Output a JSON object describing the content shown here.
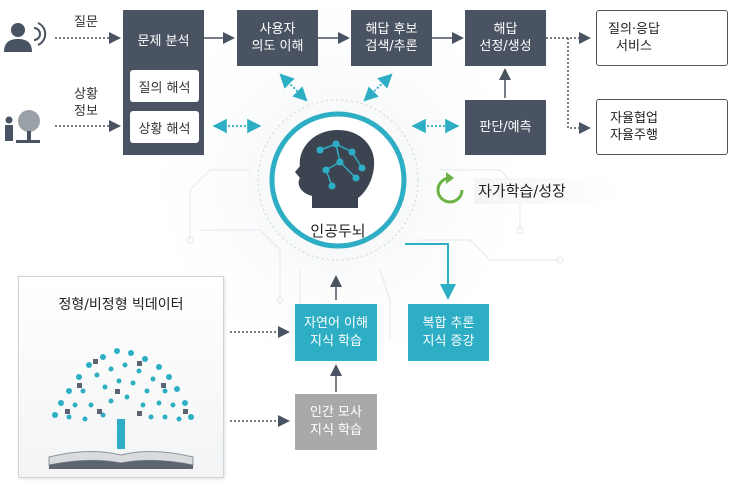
{
  "inputs": {
    "question_label": "질문",
    "situation_label": [
      "상황",
      "정보"
    ]
  },
  "analysis": {
    "title": "문제 분석",
    "items": [
      "질의 해석",
      "상황 해석"
    ]
  },
  "pipeline": {
    "intent": [
      "사용자",
      "의도 이해"
    ],
    "candidate": [
      "해답 후보",
      "검색/추론"
    ],
    "select": [
      "해답",
      "선정/생성"
    ],
    "judge": "판단/예측"
  },
  "outputs": {
    "qa_service": [
      "질의·응답",
      "서비스"
    ],
    "autonomous": [
      "자율협업",
      "자율주행"
    ]
  },
  "brain": {
    "label": "인공두뇌",
    "self_learning": "자가학습/성장"
  },
  "bigdata": {
    "title": "정형/비정형 빅데이터"
  },
  "learning": {
    "nlu": [
      "자연어 이해",
      "지식 학습"
    ],
    "complex": [
      "복합 추론",
      "지식 증강"
    ],
    "human": [
      "인간 모사",
      "지식 학습"
    ]
  },
  "colors": {
    "dark_box": "#4a5361",
    "teal": "#2eaec4",
    "gray_box": "#a7a9ab",
    "green_arrow": "#6ab344"
  }
}
